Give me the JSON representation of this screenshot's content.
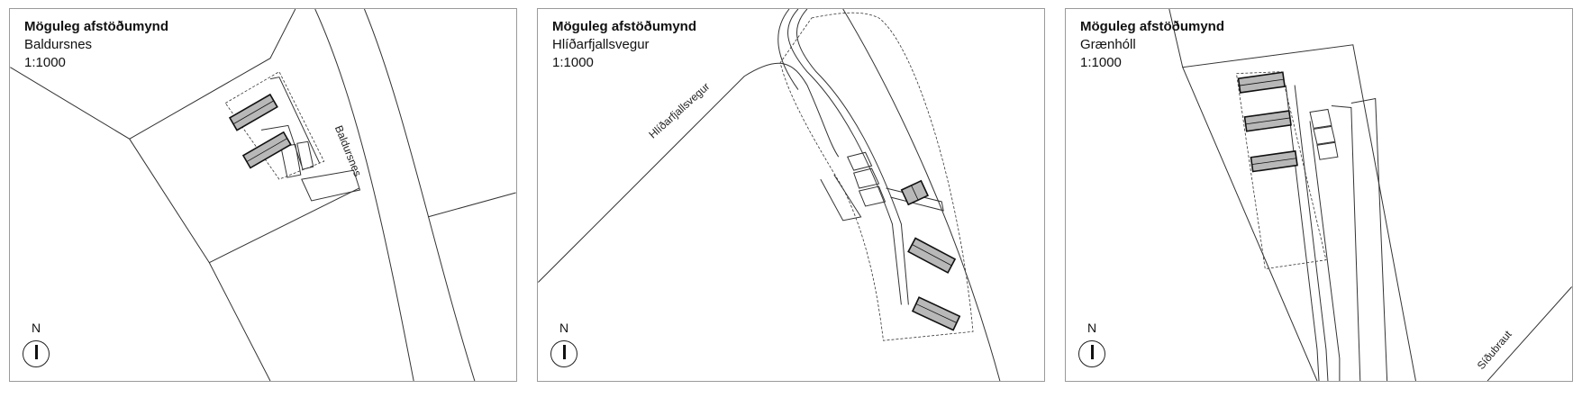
{
  "panels": [
    {
      "title": "Möguleg afstöðumynd",
      "location": "Baldursnes",
      "scale": "1:1000",
      "road_labels": [
        "Baldursnes"
      ],
      "north_label": "N"
    },
    {
      "title": "Möguleg afstöðumynd",
      "location": "Hlíðarfjallsvegur",
      "scale": "1:1000",
      "road_labels": [
        "Hlíðarfjallsvegur"
      ],
      "north_label": "N"
    },
    {
      "title": "Möguleg afstöðumynd",
      "location": "Grænhóll",
      "scale": "1:1000",
      "road_labels": [
        "Síðubraut"
      ],
      "north_label": "N"
    }
  ],
  "colors": {
    "line": "#333333",
    "building_fill": "#b8b8b8",
    "frame": "#9a9a9a"
  }
}
